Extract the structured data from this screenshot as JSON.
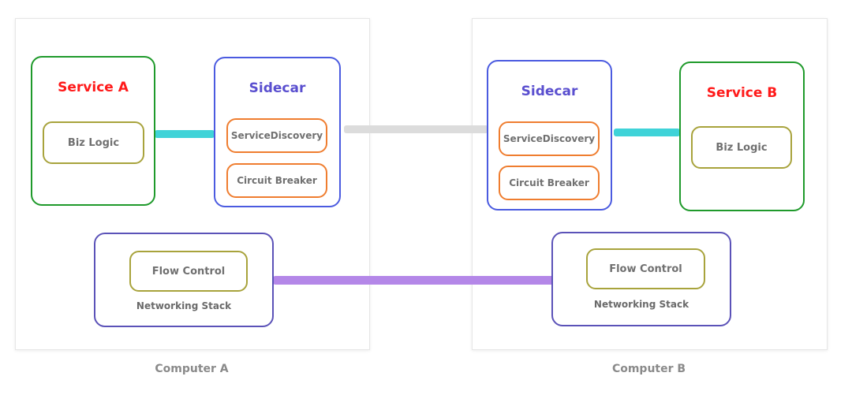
{
  "computers": [
    {
      "name": "Computer A"
    },
    {
      "name": "Computer B"
    }
  ],
  "service_a": {
    "title": "Service A",
    "logic": "Biz Logic"
  },
  "service_b": {
    "title": "Service B",
    "logic": "Biz Logic"
  },
  "sidecar_a": {
    "title": "Sidecar",
    "items": [
      "ServiceDiscovery",
      "Circuit Breaker"
    ]
  },
  "sidecar_b": {
    "title": "Sidecar",
    "items": [
      "ServiceDiscovery",
      "Circuit Breaker"
    ]
  },
  "network_a": {
    "label": "Networking Stack",
    "inner": "Flow Control"
  },
  "network_b": {
    "label": "Networking Stack",
    "inner": "Flow Control"
  },
  "colors": {
    "service_border": "#1f9a2b",
    "service_title": "#ff1a1a",
    "sidecar_border": "#4b5be0",
    "sidecar_title": "#5a4fcf",
    "sidecar_item_border": "#ef7d2f",
    "logic_border": "#a8a33c",
    "network_border": "#5b52b8",
    "link_service_sidecar": "#3fd3d8",
    "link_sidecars": "#dcdcdc",
    "link_network": "#b487e8"
  }
}
